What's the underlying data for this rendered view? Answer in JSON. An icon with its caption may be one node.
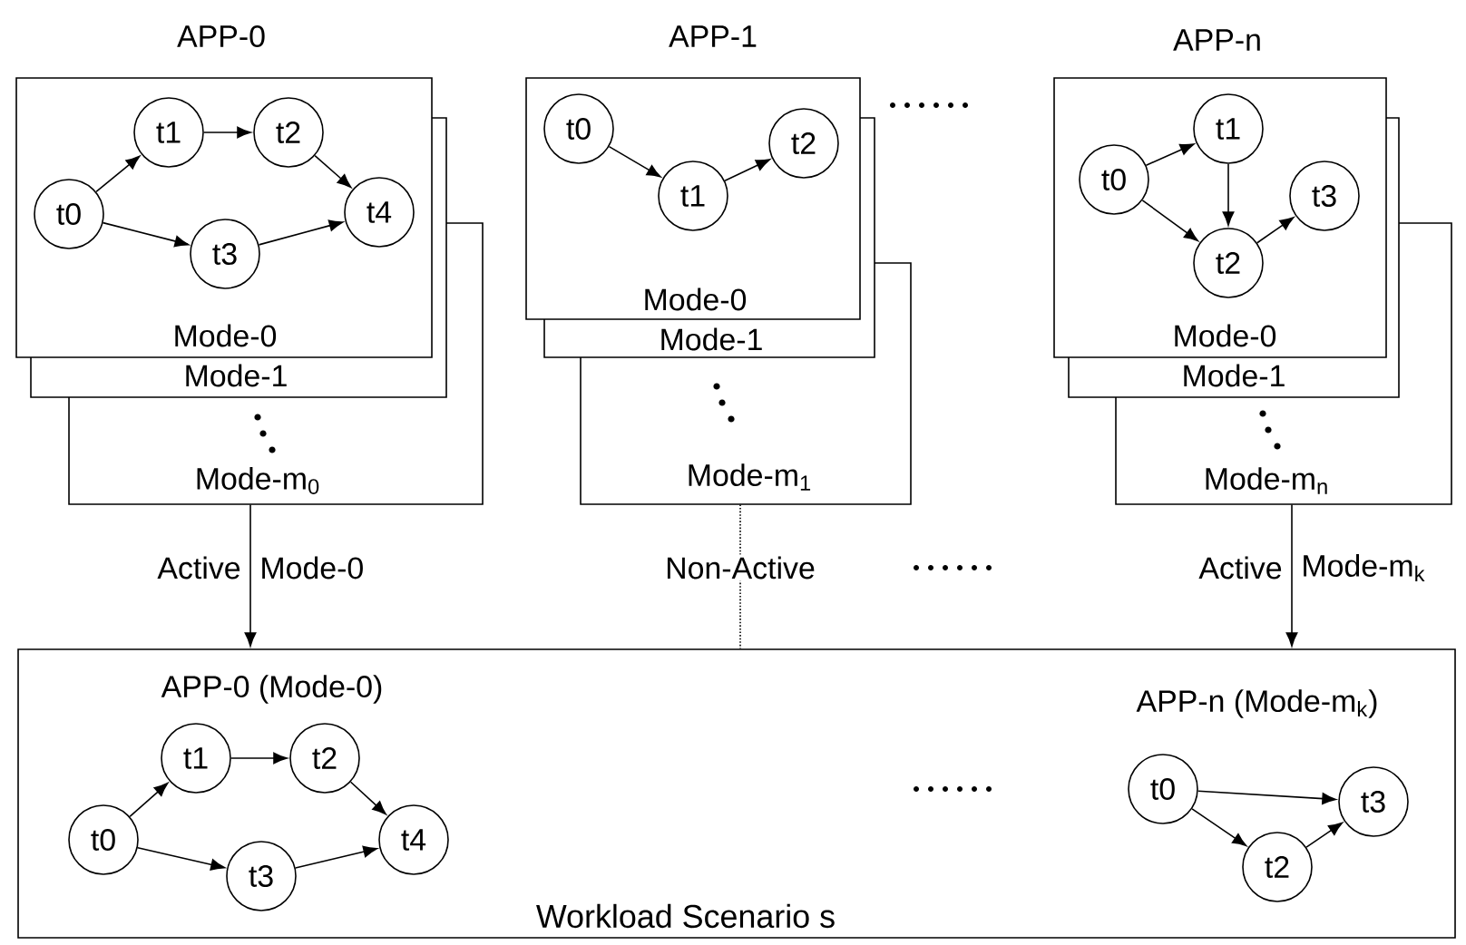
{
  "diagram": {
    "nodes": [
      {
        "text": [
          "Mode-m$_{0}$"
        ]
      },
      {
        "text": [
          "Mode-1"
        ]
      },
      {
        "text": [
          "Mode-0"
        ]
      },
      {
        "text": [
          "t0"
        ],
        "in": 2
      },
      {
        "text": [
          "t1"
        ],
        "in": 2
      },
      {
        "text": [
          "t2"
        ],
        "in": 2
      },
      {
        "text": [
          "t3"
        ],
        "in": 2
      },
      {
        "text": [
          "t4"
        ],
        "in": 2
      },
      {
        "text": [
          "Mode-m$_{1}$"
        ]
      },
      {
        "text": [
          "Mode-1"
        ]
      },
      {
        "text": [
          "Mode-0"
        ]
      },
      {
        "text": [
          "t0"
        ],
        "in": 10
      },
      {
        "text": [
          "t1"
        ],
        "in": 10
      },
      {
        "text": [
          "t2"
        ],
        "in": 10
      },
      {
        "text": [
          "Mode-m$_{n}$"
        ]
      },
      {
        "text": [
          "Mode-1"
        ]
      },
      {
        "text": [
          "Mode-0"
        ]
      },
      {
        "text": [
          "t0"
        ],
        "in": 16
      },
      {
        "text": [
          "t1"
        ],
        "in": 16
      },
      {
        "text": [
          "t2"
        ],
        "in": 16
      },
      {
        "text": [
          "t3"
        ],
        "in": 16
      },
      {
        "text": [
          "Workload Scenario s"
        ]
      },
      {
        "text": [
          "t0"
        ],
        "in": 21
      },
      {
        "text": [
          "t1"
        ],
        "in": 21
      },
      {
        "text": [
          "t2"
        ],
        "in": 21
      },
      {
        "text": [
          "t3"
        ],
        "in": 21
      },
      {
        "text": [
          "t4"
        ],
        "in": 21
      },
      {
        "text": [
          "t0"
        ],
        "in": 21
      },
      {
        "text": [
          "t2"
        ],
        "in": 21
      },
      {
        "text": [
          "t3"
        ],
        "in": 21
      }
    ],
    "edges": [
      {
        "from": 3,
        "to": 4,
        "arrow": "to"
      },
      {
        "from": 4,
        "to": 5,
        "arrow": "to"
      },
      {
        "from": 5,
        "to": 7,
        "arrow": "to"
      },
      {
        "from": 3,
        "to": 6,
        "arrow": "to"
      },
      {
        "from": 6,
        "to": 7,
        "arrow": "to"
      },
      {
        "from": 11,
        "to": 12,
        "arrow": "to"
      },
      {
        "from": 12,
        "to": 13,
        "arrow": "to"
      },
      {
        "from": 17,
        "to": 18,
        "arrow": "to"
      },
      {
        "from": 17,
        "to": 19,
        "arrow": "to"
      },
      {
        "from": 18,
        "to": 19,
        "arrow": "to"
      },
      {
        "from": 19,
        "to": 20,
        "arrow": "to"
      },
      {
        "from": 0,
        "to": 21,
        "arrow": "to",
        "label": "Active"
      },
      {
        "from": 8,
        "to": 21,
        "arrow": "none",
        "label": "Non-Active",
        "style": "dashed"
      },
      {
        "from": 14,
        "to": 21,
        "arrow": "to",
        "label": "Active"
      },
      {
        "from": 22,
        "to": 23,
        "arrow": "to"
      },
      {
        "from": 23,
        "to": 24,
        "arrow": "to"
      },
      {
        "from": 24,
        "to": 26,
        "arrow": "to"
      },
      {
        "from": 22,
        "to": 25,
        "arrow": "to"
      },
      {
        "from": 25,
        "to": 26,
        "arrow": "to"
      },
      {
        "from": 27,
        "to": 29,
        "arrow": "to"
      },
      {
        "from": 27,
        "to": 28,
        "arrow": "to"
      },
      {
        "from": 28,
        "to": 29,
        "arrow": "to"
      }
    ],
    "labels": [
      "APP-0",
      "APP-1",
      "APP-n",
      "Mode-0",
      "Mode-m$_{k}$",
      "APP-0 (Mode-0)",
      "APP-n (Mode-m$_{k}$)"
    ]
  }
}
